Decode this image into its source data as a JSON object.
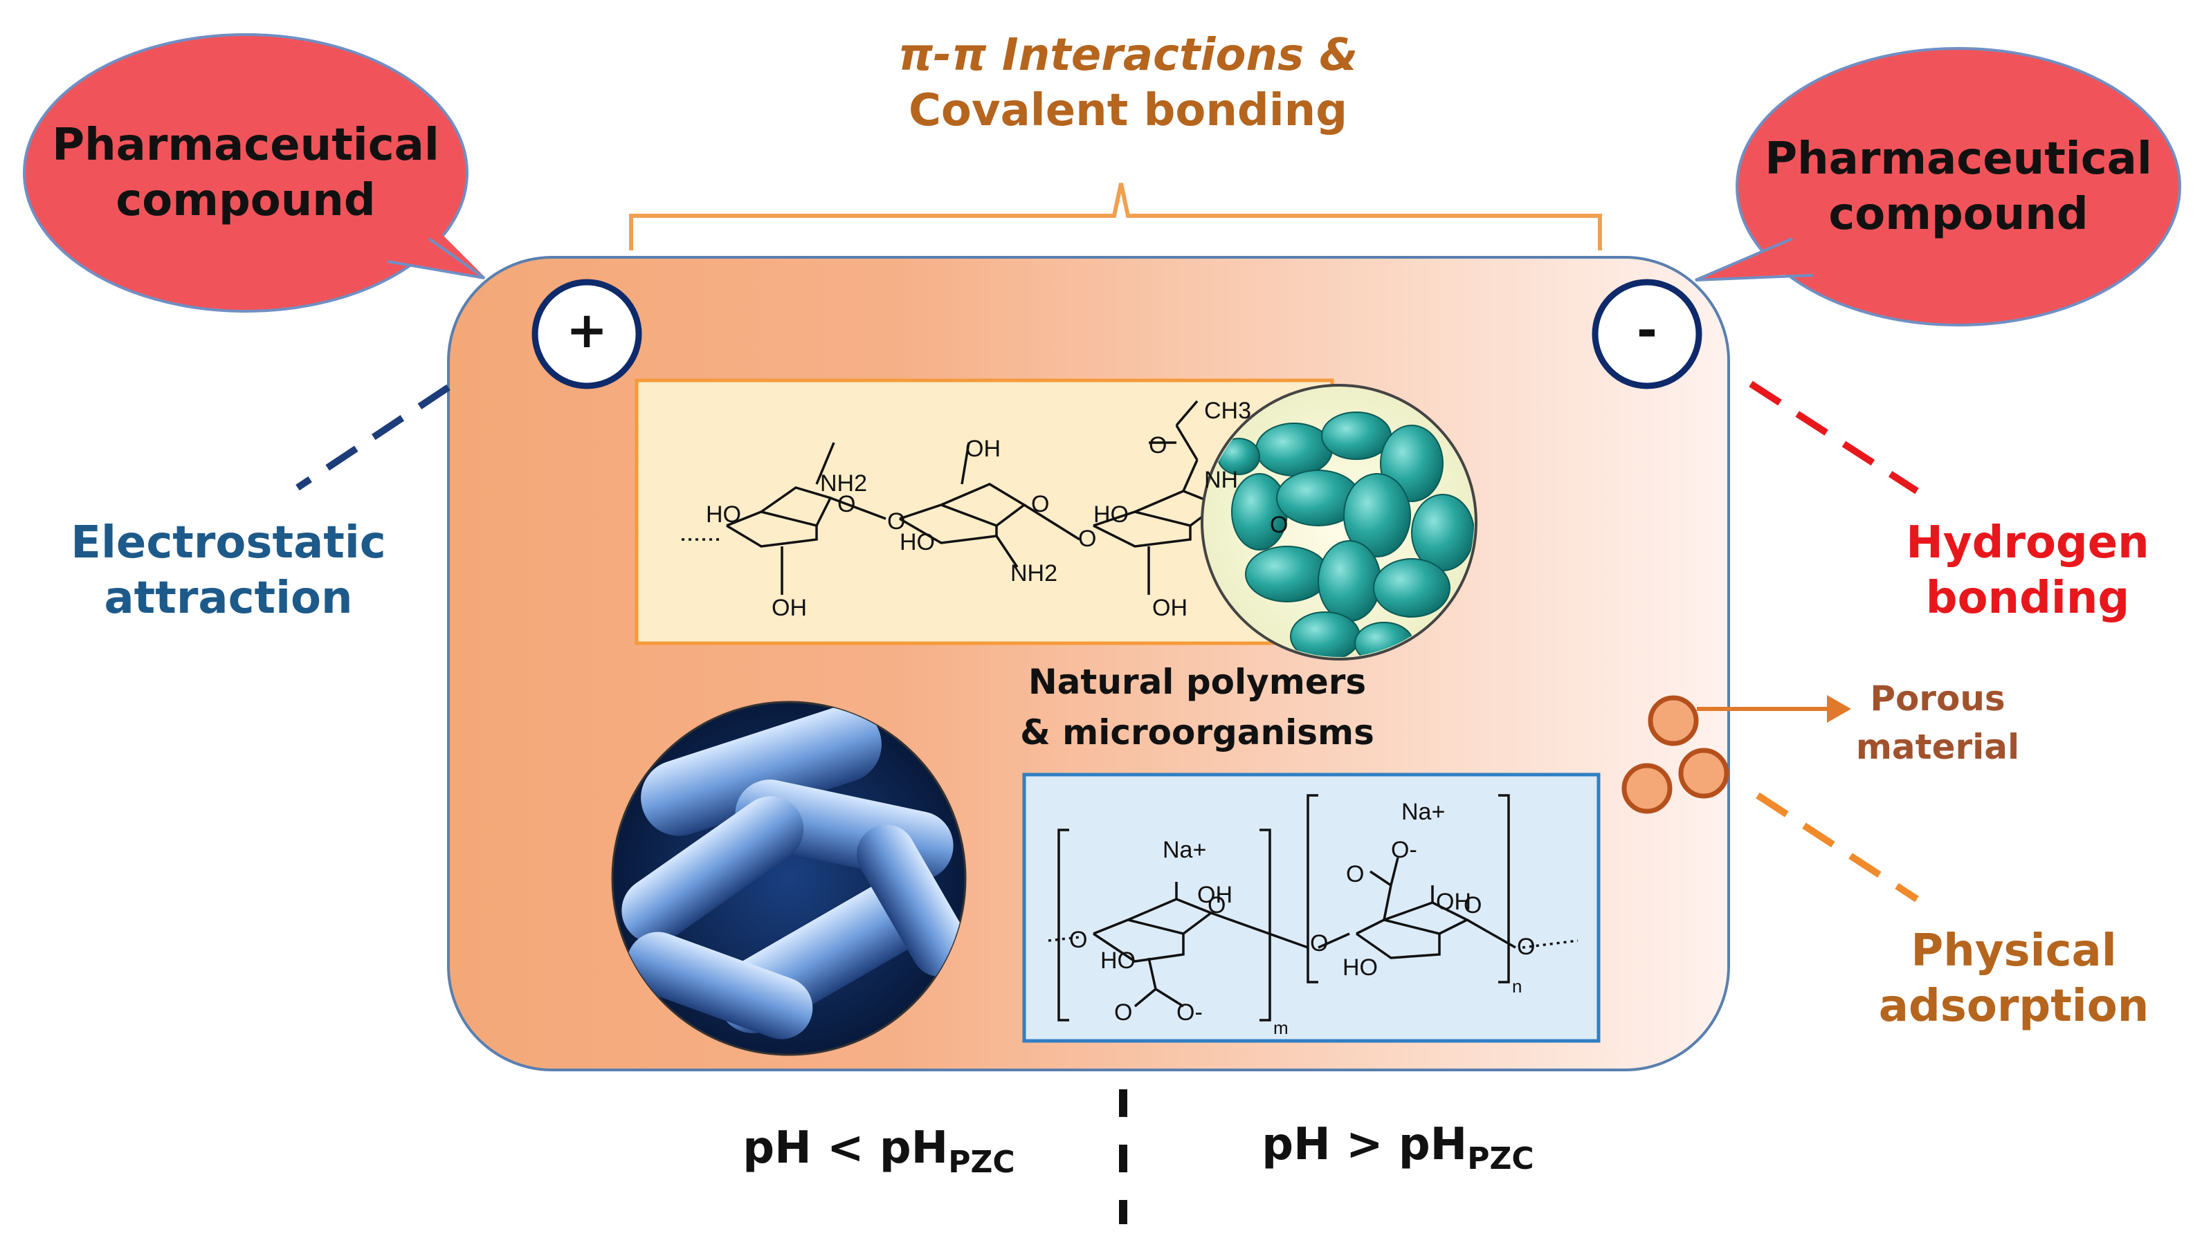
{
  "top_label": {
    "line1": "π-π Interactions &",
    "line2": "Covalent bonding"
  },
  "left_bubble": {
    "line1": "Pharmaceutical",
    "line2": "compound"
  },
  "right_bubble": {
    "line1": "Pharmaceutical",
    "line2": "compound"
  },
  "charges": {
    "positive": "+",
    "negative": "-"
  },
  "mechanisms": {
    "electrostatic": {
      "line1": "Electrostatic",
      "line2": "attraction"
    },
    "hydrogen": {
      "line1": "Hydrogen",
      "line2": "bonding"
    },
    "physical": {
      "line1": "Physical",
      "line2": "adsorption"
    }
  },
  "porous": {
    "line1": "Porous",
    "line2": "material"
  },
  "center": {
    "line1": "Natural polymers",
    "line2": "& microorganisms"
  },
  "ph_left": {
    "main": "pH < pH",
    "sub": "PZC"
  },
  "ph_right": {
    "main": "pH > pH",
    "sub": "PZC"
  },
  "chitosan": {
    "labels": [
      "HO",
      "NH2",
      "OH",
      "OH",
      "HO",
      "NH2",
      "CH3",
      "NH",
      "HO",
      "OH",
      "O",
      "O",
      "O",
      "O",
      "O",
      "O"
    ]
  },
  "alginate": {
    "labels": [
      "Na+",
      "Na+",
      "OH",
      "OH",
      "HO",
      "HO",
      "O-",
      "O",
      "O",
      "O-",
      "O",
      "O",
      "O",
      "O",
      "O",
      "m",
      "n"
    ]
  },
  "colors": {
    "bubble": "#f0545a",
    "panel_start": "#f4a878",
    "panel_end": "#fff2ee",
    "chitosan_box": "#fdedc9",
    "alginate_box": "#dcebf8",
    "yeast": "#2aa8a0",
    "bacteria": "#3a6fb8"
  }
}
